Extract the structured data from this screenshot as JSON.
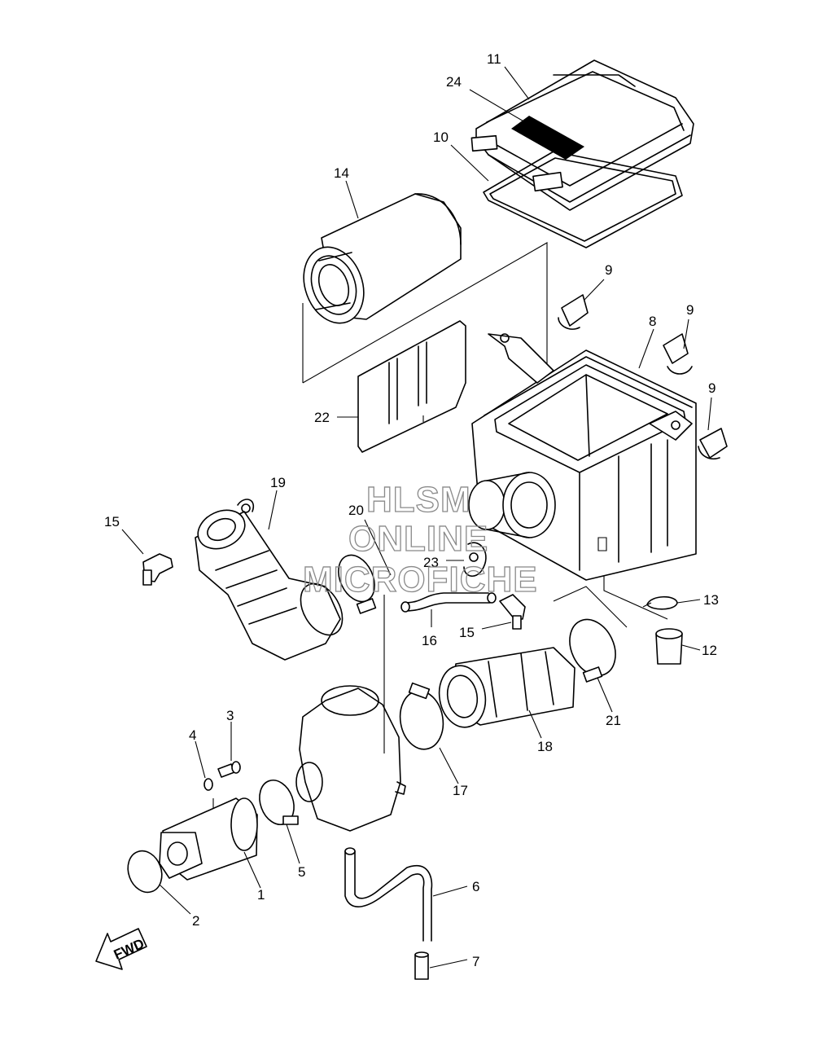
{
  "labels": {
    "p1": "1",
    "p2": "2",
    "p3": "3",
    "p4": "4",
    "p5": "5",
    "p6": "6",
    "p7": "7",
    "p8": "8",
    "p9a": "9",
    "p9b": "9",
    "p9c": "9",
    "p10": "10",
    "p11": "11",
    "p12": "12",
    "p13": "13",
    "p14": "14",
    "p15a": "15",
    "p15b": "15",
    "p16": "16",
    "p17": "17",
    "p18": "18",
    "p19": "19",
    "p20": "20",
    "p21": "21",
    "p22": "22",
    "p23": "23",
    "p24": "24"
  },
  "watermark": {
    "line1": "HLSM",
    "line2": "ONLINE",
    "line3": "MICROFICHE"
  },
  "fwd_arrow": "FWD"
}
